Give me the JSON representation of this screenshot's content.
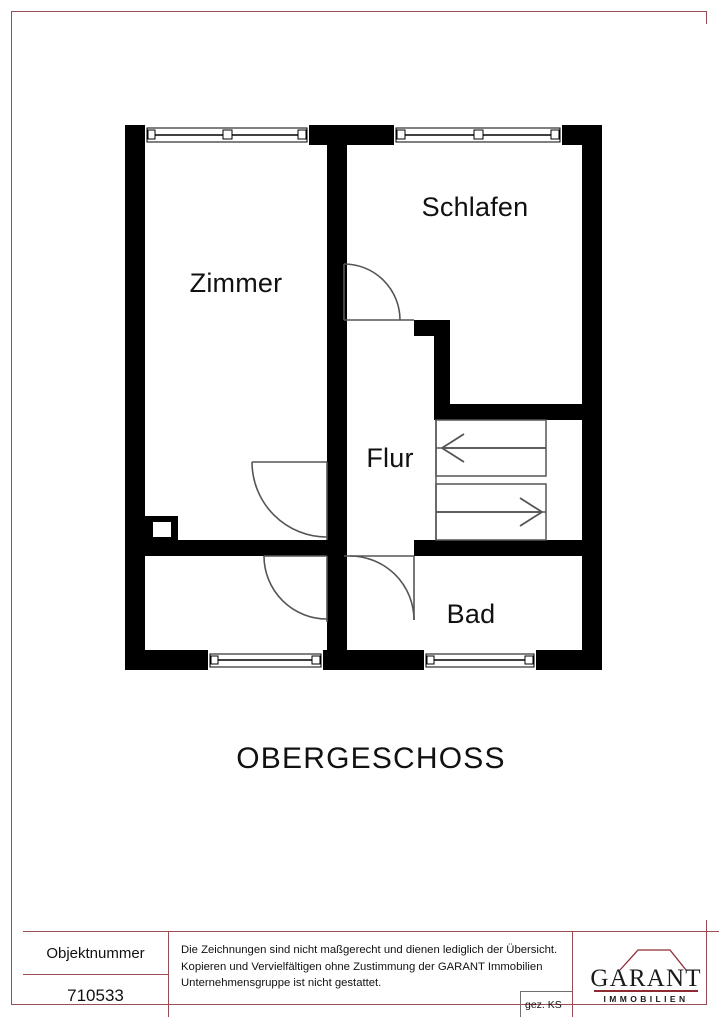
{
  "document": {
    "plan_title": "OBERGESCHOSS"
  },
  "floorplan": {
    "rooms": [
      {
        "name": "Zimmer",
        "label": "Zimmer"
      },
      {
        "name": "Schlafen",
        "label": "Schlafen"
      },
      {
        "name": "Flur",
        "label": "Flur"
      },
      {
        "name": "Bad",
        "label": "Bad"
      }
    ],
    "stairs": {
      "upper_flight_direction": "left",
      "lower_flight_direction": "right"
    },
    "features": {
      "windows": 4,
      "doors": 4,
      "chimney": 1
    },
    "colors": {
      "wall": "#000000",
      "background": "#ffffff",
      "thin_line": "#555555"
    }
  },
  "footer": {
    "objektnummer_label": "Objektnummer",
    "objektnummer_value": "710533",
    "disclaimer_lines": [
      "Die Zeichnungen sind nicht maßgerecht und dienen lediglich der Übersicht.",
      "Kopieren und Vervielfältigen ohne Zustimmung der GARANT Immobilien",
      "Unternehmensgruppe ist nicht gestattet."
    ],
    "drawn_by": "gez. KS",
    "logo": {
      "wordmark": "GARANT",
      "subtitle": "IMMOBILIEN"
    },
    "colors": {
      "frame": "#9c4a52",
      "logo_accent": "#8c2b32"
    }
  }
}
